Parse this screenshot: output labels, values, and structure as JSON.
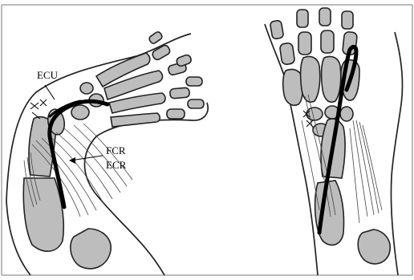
{
  "labels": {
    "ecu": "ECU",
    "fcr": "FCR",
    "ecr": "ECR"
  }
}
